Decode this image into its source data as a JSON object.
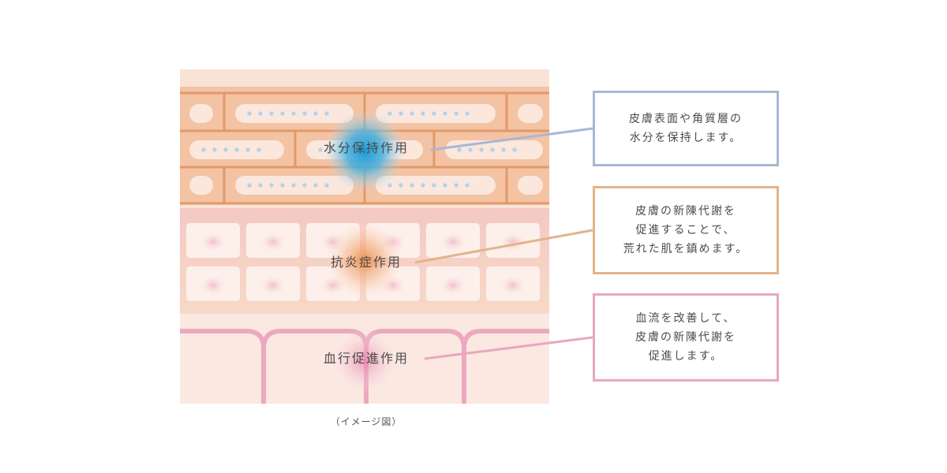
{
  "labels": {
    "moisture": "水分保持作用",
    "anti_inflammatory": "抗炎症作用",
    "blood_flow": "血行促進作用"
  },
  "descriptions": {
    "moisture": [
      "皮膚表面や角質層の",
      "水分を保持します。"
    ],
    "anti_inflammatory": [
      "皮膚の新陳代謝を",
      "促進することで、",
      "荒れた肌を鎮めます。"
    ],
    "blood_flow": [
      "血流を改善して、",
      "皮膚の新陳代謝を",
      "促進します。"
    ]
  },
  "caption": "（イメージ図）",
  "colors": {
    "moisture_accent": "#a9b6d6",
    "anti_accent": "#e2b48b",
    "blood_accent": "#e8a7bd",
    "glow_blue": "#2aa3d8",
    "glow_orange": "#ef9a5a",
    "glow_pink": "#e88cb0",
    "outer_skin": "#f8e3d6",
    "stratum_fill": "#f3c3a4",
    "stratum_line": "#e29967",
    "cell_fill": "#fbe7dc",
    "dot_blue": "#aed3ef",
    "middle_band": "#f6d1c7",
    "middle_cell": "#fdf0eb",
    "bottom_band": "#fbe8e1",
    "vessel": "#eba9bf"
  }
}
